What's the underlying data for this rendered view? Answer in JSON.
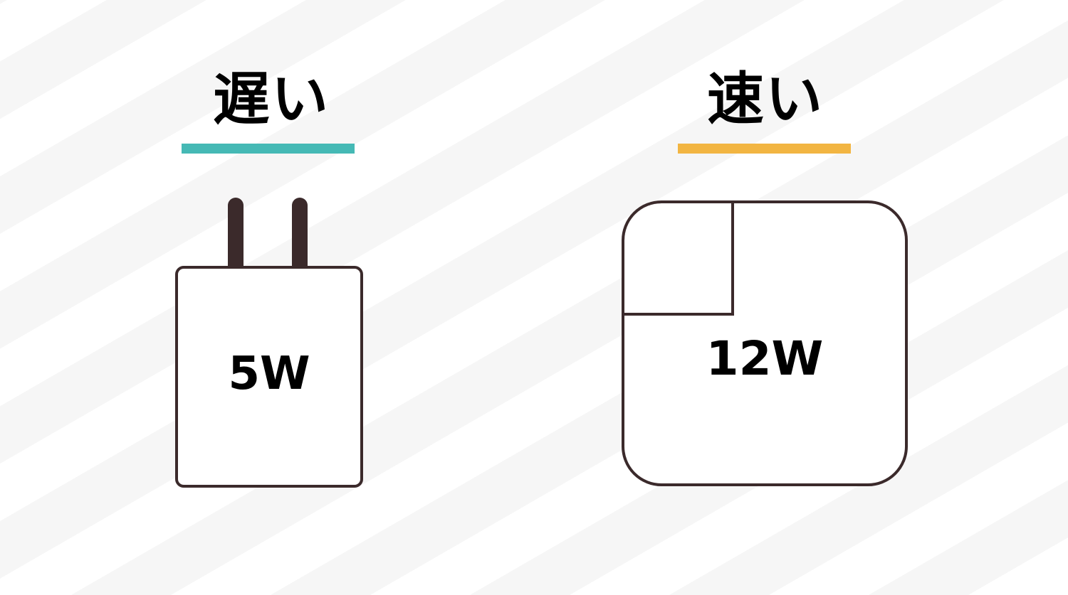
{
  "colors": {
    "outline": "#3b2a2b",
    "slow_accent": "#45b9b5",
    "fast_accent": "#f2b542"
  },
  "slow_charger": {
    "label": "遅い",
    "wattage": "5W"
  },
  "fast_charger": {
    "label": "速い",
    "wattage": "12W"
  }
}
